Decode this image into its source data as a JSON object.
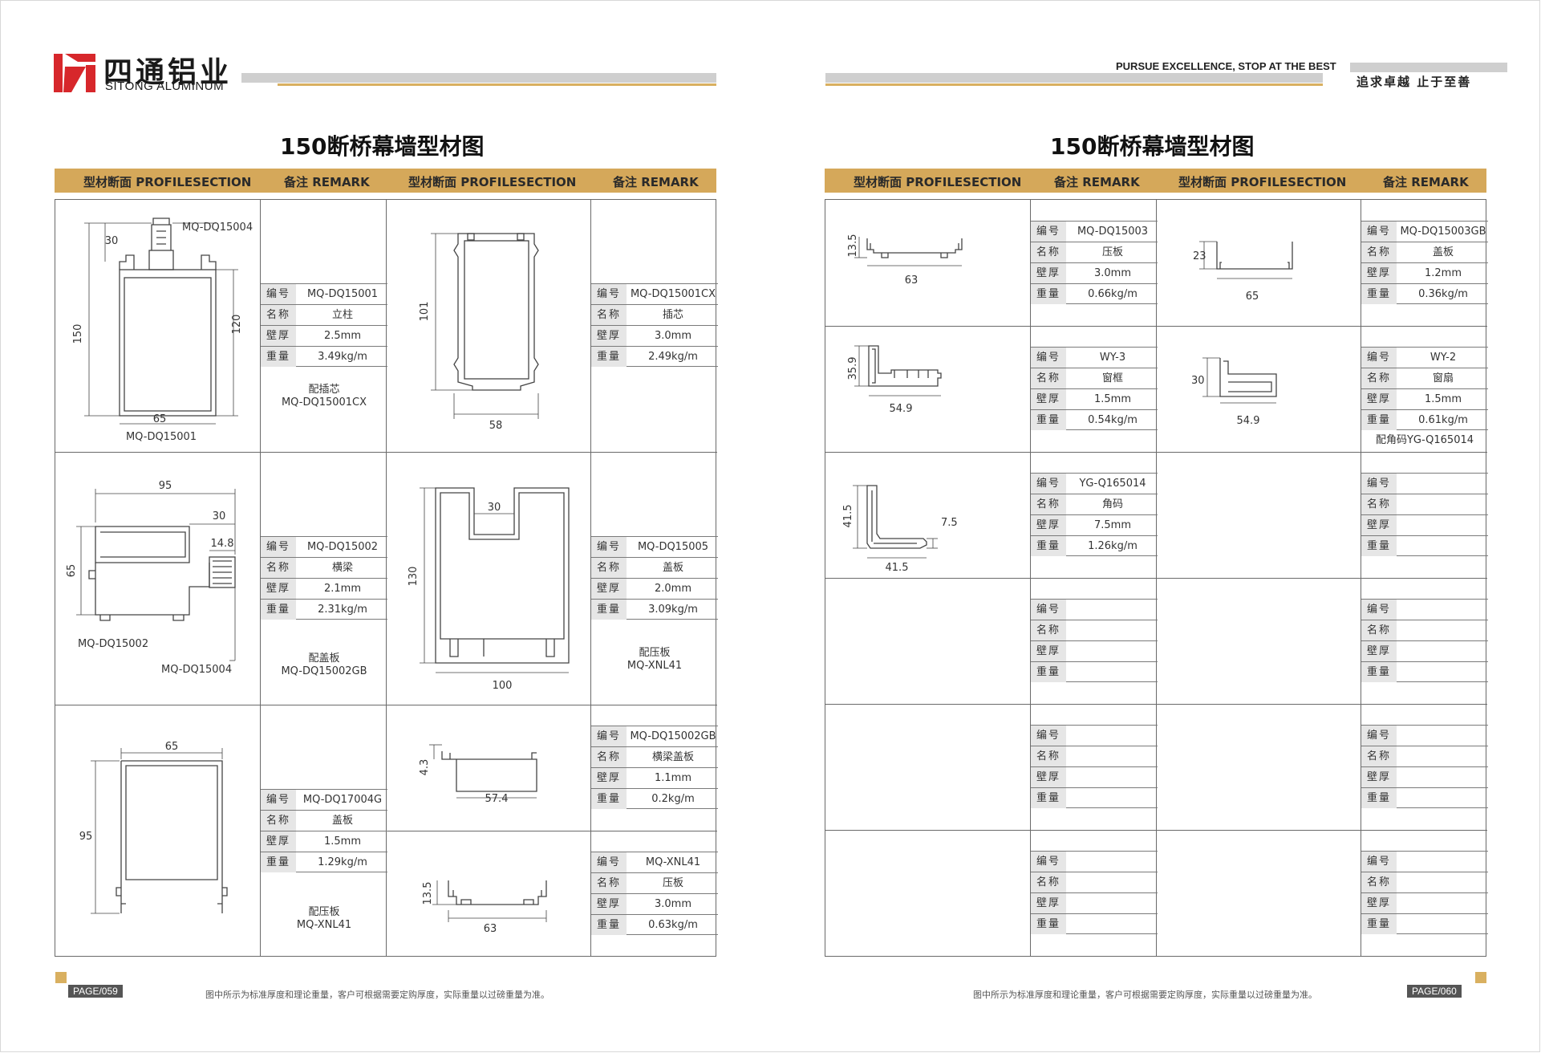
{
  "brand": {
    "cn": "四通铝业",
    "en": "SITONG ALUMINUM"
  },
  "slogan": {
    "en": "PURSUE EXCELLENCE, STOP AT THE BEST",
    "cn": "追求卓越 止于至善"
  },
  "title": "150断桥幕墙型材图",
  "header_cols": {
    "section": "型材断面 PROFILESECTION",
    "remark": "备注 REMARK"
  },
  "spec_keys": [
    "编号",
    "名称",
    "壁厚",
    "重量"
  ],
  "left": {
    "page": "PAGE/059",
    "items": {
      "q15001": {
        "code": "MQ-DQ15001",
        "name": "立柱",
        "wall": "2.5mm",
        "weight": "3.49kg/m",
        "note1": "配插芯",
        "note2": "MQ-DQ15001CX",
        "dims": {
          "h": "150",
          "h2": "120",
          "w": "65",
          "t": "30",
          "label": "MQ-DQ15001",
          "top": "MQ-DQ15004"
        }
      },
      "q15001cx": {
        "code": "MQ-DQ15001CX",
        "name": "插芯",
        "wall": "3.0mm",
        "weight": "2.49kg/m",
        "dims": {
          "h": "101",
          "w": "58"
        }
      },
      "q15002": {
        "code": "MQ-DQ15002",
        "name": "横梁",
        "wall": "2.1mm",
        "weight": "2.31kg/m",
        "note1": "配盖板",
        "note2": "MQ-DQ15002GB",
        "dims": {
          "w": "95",
          "w2": "30",
          "h": "65",
          "t": "14.8",
          "label": "MQ-DQ15002",
          "label2": "MQ-DQ15004"
        }
      },
      "q15005": {
        "code": "MQ-DQ15005",
        "name": "盖板",
        "wall": "2.0mm",
        "weight": "3.09kg/m",
        "note1": "配压板",
        "note2": "MQ-XNL41",
        "dims": {
          "h": "130",
          "w": "100",
          "t": "30"
        }
      },
      "q17004": {
        "code": "MQ-DQ17004G",
        "name": "盖板",
        "wall": "1.5mm",
        "weight": "1.29kg/m",
        "note1": "配压板",
        "note2": "MQ-XNL41",
        "dims": {
          "w": "65",
          "h": "95"
        }
      },
      "q15002gb": {
        "code": "MQ-DQ15002GB",
        "name": "横梁盖板",
        "wall": "1.1mm",
        "weight": "0.2kg/m",
        "dims": {
          "h": "4.3",
          "w": "57.4"
        }
      },
      "xnl41": {
        "code": "MQ-XNL41",
        "name": "压板",
        "wall": "3.0mm",
        "weight": "0.63kg/m",
        "dims": {
          "h": "13.5",
          "w": "63"
        }
      }
    },
    "footnote": "图中所示为标准厚度和理论重量，客户可根据需要定购厚度，实际重量以过磅重量为准。"
  },
  "right": {
    "page": "PAGE/060",
    "items": {
      "q15003": {
        "code": "MQ-DQ15003",
        "name": "压板",
        "wall": "3.0mm",
        "weight": "0.66kg/m",
        "dims": {
          "h": "13.5",
          "w": "63"
        }
      },
      "q15003gb": {
        "code": "MQ-DQ15003GB",
        "name": "盖板",
        "wall": "1.2mm",
        "weight": "0.36kg/m",
        "dims": {
          "h": "23",
          "w": "65"
        }
      },
      "wy3": {
        "code": "WY-3",
        "name": "窗框",
        "wall": "1.5mm",
        "weight": "0.54kg/m",
        "dims": {
          "h": "35.9",
          "w": "54.9"
        }
      },
      "wy2": {
        "code": "WY-2",
        "name": "窗扇",
        "wall": "1.5mm",
        "weight": "0.61kg/m",
        "note1": "配角码YG-Q165014",
        "dims": {
          "h": "30",
          "w": "54.9"
        }
      },
      "yg": {
        "code": "YG-Q165014",
        "name": "角码",
        "wall": "7.5mm",
        "weight": "1.26kg/m",
        "dims": {
          "h": "41.5",
          "w": "41.5",
          "t": "7.5"
        }
      }
    },
    "footnote": "图中所示为标准厚度和理论重量，客户可根据需要定购厚度，实际重量以过磅重量为准。"
  },
  "colors": {
    "gold": "#d5a85a",
    "gray_bar": "#cfcfcf",
    "line": "#6a6a6a",
    "logo_red": "#d7272b"
  }
}
